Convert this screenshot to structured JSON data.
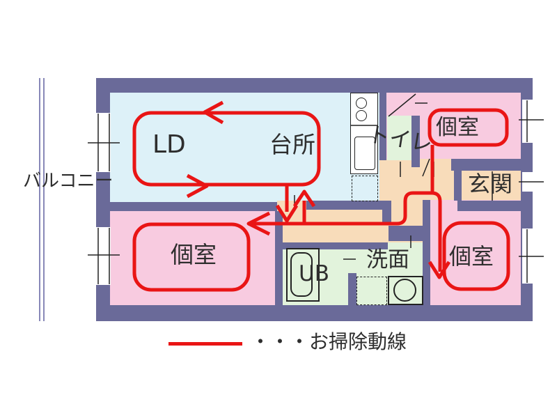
{
  "title": "apartment-floorplan-with-cleaning-route",
  "labels": {
    "balcony": "バルコニー",
    "living": "LD",
    "kitchen": "台所",
    "toilet": "トイレ",
    "room_top_right": "個室",
    "room_bottom_left": "個室",
    "room_bottom_right": "個室",
    "entrance": "玄関",
    "washroom": "洗面",
    "unit_bath": "UB"
  },
  "legend": {
    "label": "・・・お掃除動線"
  },
  "colors": {
    "wall": "#6a6a99",
    "living": "#ddf1f8",
    "bedroom": "#f8cbe0",
    "corridor": "#f8dcba",
    "wet": "#e2f3dc",
    "route": "#e91515",
    "ink": "#2e2e2e",
    "outline": "#222222",
    "balcony": "#8888b8",
    "window": "#ffffff"
  }
}
